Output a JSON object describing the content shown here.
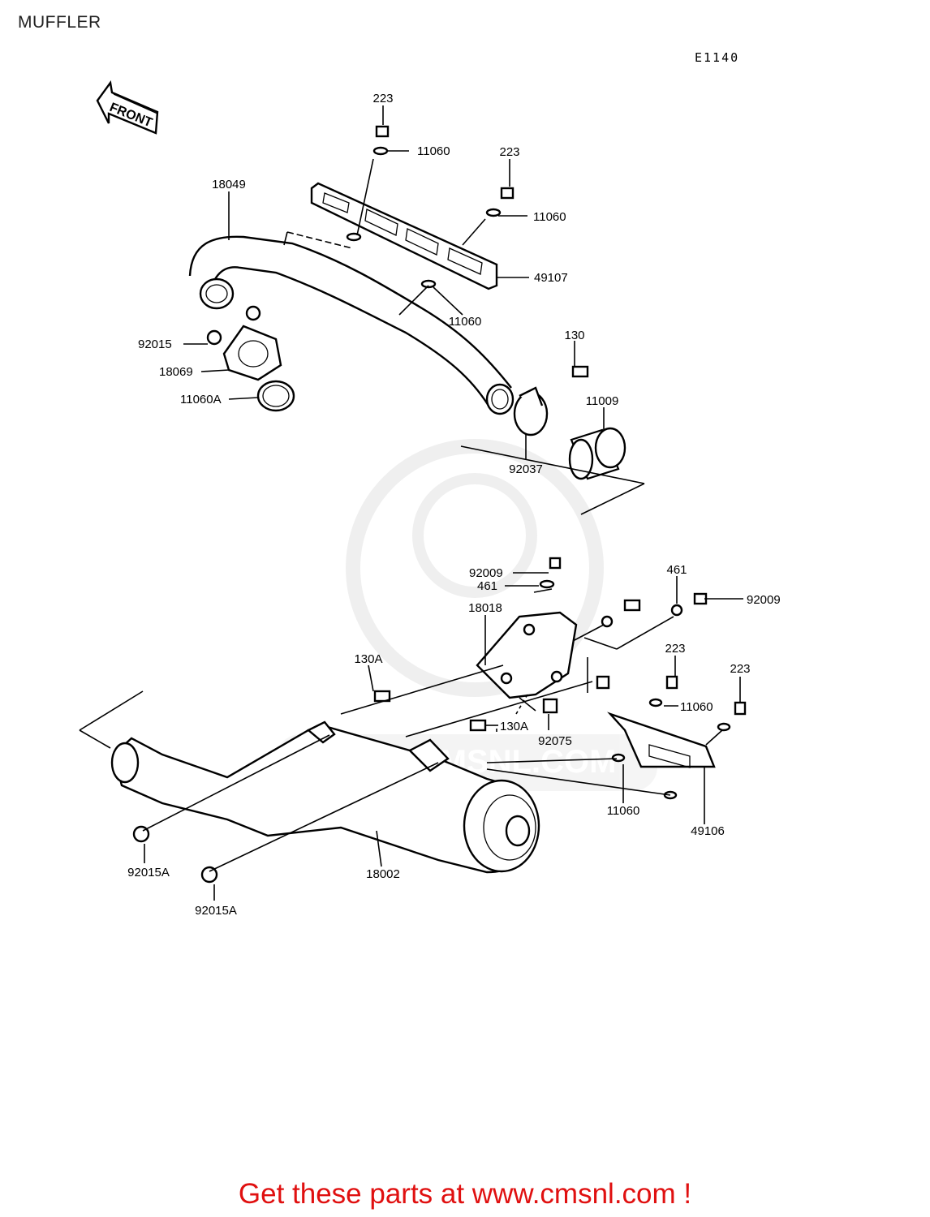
{
  "title": "MUFFLER",
  "figure_code": "E1140",
  "front_label": "FRONT",
  "watermark": "WWW.CMSNL.COM",
  "footer": "Get these parts at www.cmsnl.com !",
  "colors": {
    "footer": "#e01010",
    "watermark": "#e6e6e6"
  },
  "parts": [
    {
      "id": "p223a",
      "num": "223"
    },
    {
      "id": "p11060a",
      "num": "11060"
    },
    {
      "id": "p223b",
      "num": "223"
    },
    {
      "id": "p18049",
      "num": "18049"
    },
    {
      "id": "p11060b",
      "num": "11060"
    },
    {
      "id": "p49107",
      "num": "49107"
    },
    {
      "id": "p11060c",
      "num": "11060"
    },
    {
      "id": "p92015",
      "num": "92015"
    },
    {
      "id": "p130",
      "num": "130"
    },
    {
      "id": "p18069",
      "num": "18069"
    },
    {
      "id": "p11009",
      "num": "11009"
    },
    {
      "id": "p11060A",
      "num": "11060A"
    },
    {
      "id": "p92037",
      "num": "92037"
    },
    {
      "id": "p92009a",
      "num": "92009"
    },
    {
      "id": "p461a",
      "num": "461"
    },
    {
      "id": "p461b",
      "num": "461"
    },
    {
      "id": "p92009b",
      "num": "92009"
    },
    {
      "id": "p18018",
      "num": "18018"
    },
    {
      "id": "p223c",
      "num": "223"
    },
    {
      "id": "p130A",
      "num": "130A"
    },
    {
      "id": "p223d",
      "num": "223"
    },
    {
      "id": "p11060d",
      "num": "11060"
    },
    {
      "id": "p130Ab",
      "num": "130A"
    },
    {
      "id": "p92075",
      "num": "92075"
    },
    {
      "id": "p11060e",
      "num": "11060"
    },
    {
      "id": "p49106",
      "num": "49106"
    },
    {
      "id": "p18002",
      "num": "18002"
    },
    {
      "id": "p92015A",
      "num": "92015A"
    },
    {
      "id": "p92015Ab",
      "num": "92015A"
    }
  ]
}
